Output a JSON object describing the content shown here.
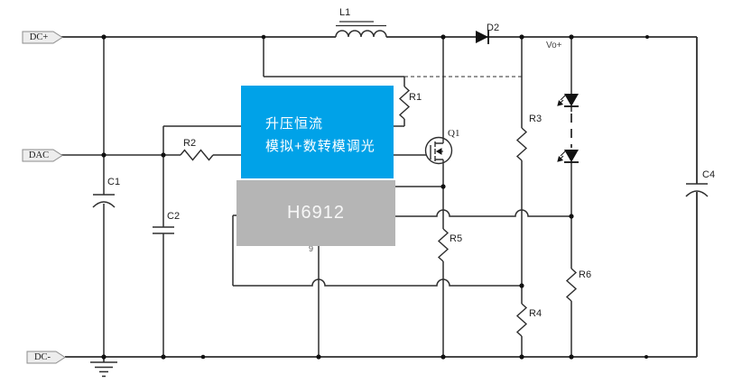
{
  "diagram_type": "circuit-schematic",
  "colors": {
    "highlight_blue": "#00A2E8",
    "chip_gray": "#B5B5B5",
    "wire": "#2e2e2e",
    "port_fill": "#ededed",
    "background": "#ffffff"
  },
  "ports": {
    "dc_plus": {
      "label": "DC+"
    },
    "dac": {
      "label": "DAC"
    },
    "dc_minus": {
      "label": "DC-"
    }
  },
  "overlay": {
    "feature_line1": "升压恒流",
    "feature_line2": "模拟+数转模调光"
  },
  "chip": {
    "part_number": "H6912",
    "pin9": "9"
  },
  "net_labels": {
    "vout": "Vo+"
  },
  "components": {
    "inductor": "L1",
    "diode": "D2",
    "mosfet": "Q1",
    "r1": "R1",
    "r2": "R2",
    "r3": "R3",
    "r4": "R4",
    "r5": "R5",
    "r6": "R6",
    "c1": "C1",
    "c2": "C2",
    "c4": "C4"
  }
}
